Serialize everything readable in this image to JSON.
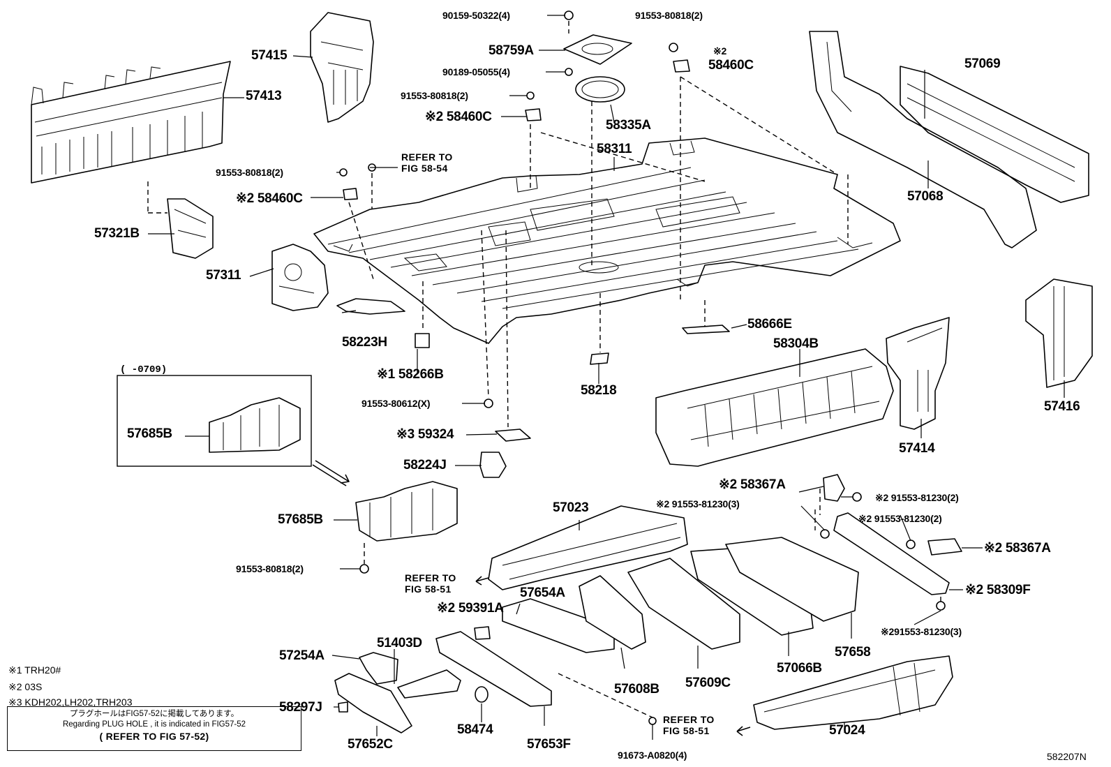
{
  "diagram_code": "582207N",
  "callouts": {
    "p57415": "57415",
    "p57413": "57413",
    "p57321B": "57321B",
    "p57311": "57311",
    "p58223H": "58223H",
    "p58266B": "※1 58266B",
    "b91553_80612": "91553-80612(X)",
    "p59324": "※3 59324",
    "p58224J": "58224J",
    "b90159_50322": "90159-50322(4)",
    "p58759A": "58759A",
    "b90189_05055": "90189-05055(4)",
    "b91553_80818_a": "91553-80818(2)",
    "p58460C_a": "※2 58460C",
    "b91553_80818_b": "91553-80818(2)",
    "p58460C_b": "※2 58460C",
    "ref_58_54": "REFER TO\nFIG 58-54",
    "p58335A": "58335A",
    "p58311": "58311",
    "b91553_80818_c": "91553-80818(2)",
    "p58460C_c_mark": "※2",
    "p58460C_c": "58460C",
    "p58218": "58218",
    "p58666E": "58666E",
    "p57069": "57069",
    "p57068": "57068",
    "p58304B": "58304B",
    "p57414": "57414",
    "p57416": "57416",
    "paren_0709": "(      -0709)",
    "p57685B_a": "57685B",
    "p57685B_b": "57685B",
    "b91553_80818_d": "91553-80818(2)",
    "p57023": "57023",
    "ref_58_51_a": "REFER TO\nFIG 58-51",
    "p59391A": "※2 59391A",
    "p57654A": "57654A",
    "p51403D": "51403D",
    "p57254A": "57254A",
    "p58297J": "58297J",
    "p57652C": "57652C",
    "p58474": "58474",
    "p57653F": "57653F",
    "p57608B": "57608B",
    "p57609C": "57609C",
    "p57066B": "57066B",
    "p57658": "57658",
    "ref_58_51_b": "REFER TO\nFIG 58-51",
    "b91673_A0820": "91673-A0820(4)",
    "p57024": "57024",
    "p58367A_a": "※2 58367A",
    "b91553_81230_a": "※2 91553-81230(3)",
    "b91553_81230_b": "※2 91553-81230(2)",
    "b91553_81230_c": "※2 91553-81230(2)",
    "p58367A_b": "※2 58367A",
    "p58309F": "※2 58309F",
    "b91553_81230_d": "※291553-81230(3)"
  },
  "legend": {
    "n1": "※1 TRH20#",
    "n2": "※2 03S",
    "n3": "※3 KDH202,LH202,TRH203"
  },
  "notice": {
    "jp": "プラグホールはFIG57-52に掲載してあります。",
    "en": "Regarding PLUG HOLE , it is indicated in FIG57-52",
    "ref": "( REFER TO FIG 57-52)"
  }
}
